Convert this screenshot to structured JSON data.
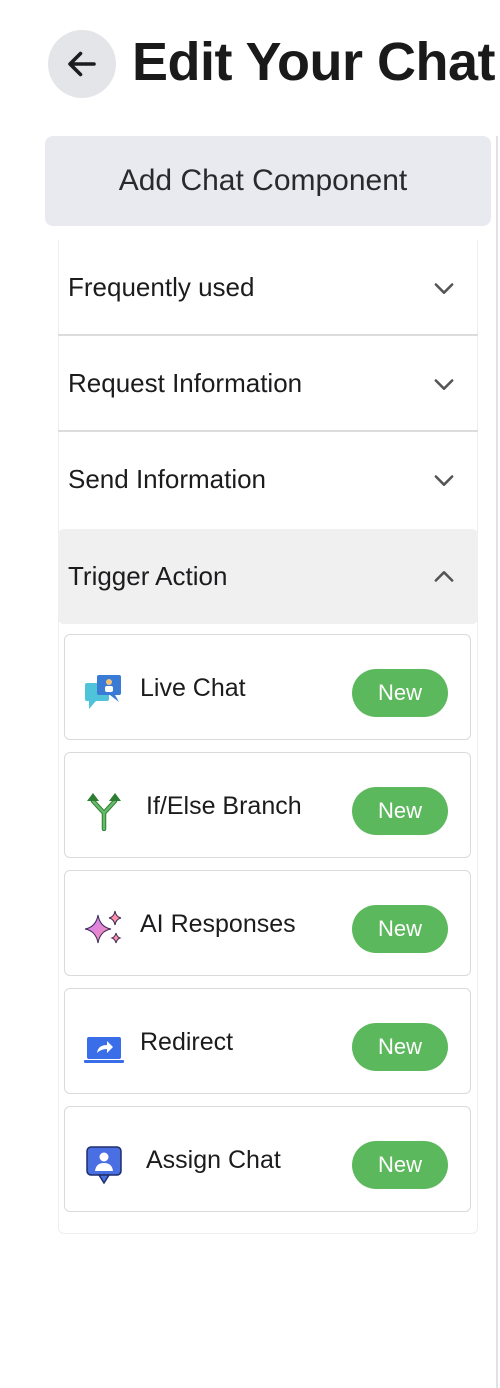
{
  "header": {
    "title": "Edit Your Chat"
  },
  "component_panel": {
    "heading": "Add Chat Component",
    "sections": [
      {
        "label": "Frequently used",
        "expanded": false
      },
      {
        "label": "Request Information",
        "expanded": false
      },
      {
        "label": "Send Information",
        "expanded": false
      },
      {
        "label": "Trigger Action",
        "expanded": true
      }
    ],
    "items": [
      {
        "label": "Live Chat",
        "badge": "New",
        "icon": "live-chat-icon"
      },
      {
        "label": "If/Else Branch",
        "badge": "New",
        "icon": "branch-icon"
      },
      {
        "label": "AI Responses",
        "badge": "New",
        "icon": "sparkles-icon"
      },
      {
        "label": "Redirect",
        "badge": "New",
        "icon": "redirect-icon"
      },
      {
        "label": "Assign Chat",
        "badge": "New",
        "icon": "assign-chat-icon"
      }
    ]
  },
  "colors": {
    "badge": "#5cb85c",
    "header_bg": "#e9eaef",
    "open_section_bg": "#f0f0f1"
  }
}
